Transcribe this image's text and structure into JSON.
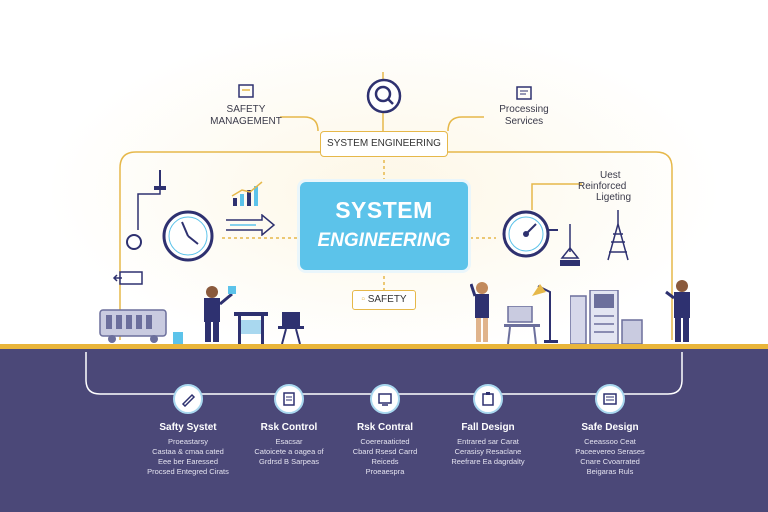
{
  "main": {
    "title_line1": "SYSTEM",
    "title_line2": "ENGINEERING"
  },
  "top_label": "SYSTEM ENGINEERING",
  "safety_label": "SAFETY",
  "left_node": {
    "line1": "SAFETY",
    "line2": "MANAGEMENT"
  },
  "right_node": {
    "line1": "Processing",
    "line2": "Services"
  },
  "right_side": {
    "line1": "Uest",
    "line2": "Reinforced",
    "line3": "Ligeting"
  },
  "categories": [
    {
      "title": "Safty Systet",
      "desc": [
        "Proeastarsy",
        "Castaa & cmaa cated",
        "Eee ber Earessed",
        "Procsed Entegred Cirats"
      ]
    },
    {
      "title": "Rsk Control",
      "desc": [
        "Esacsar",
        "Catoicete a oagea of",
        "Grdrsd B Sarpeas"
      ]
    },
    {
      "title": "Rsk Contral",
      "desc": [
        "Coereraaticted",
        "Cbard Rsesd Carrd",
        "Reiceds",
        "Proeaespra"
      ]
    },
    {
      "title": "Fall Design",
      "desc": [
        "Entrared sar Carat",
        "Cerasisy Resaclane",
        "Reefrare Ea dagrdalty"
      ]
    },
    {
      "title": "Safe Design",
      "desc": [
        "Ceeassoo Ceat",
        "Paceevereo Serases",
        "Cnare Cvoarrated",
        "Beigaras Ruls"
      ]
    }
  ],
  "colors": {
    "accent": "#5cc3ea",
    "band": "#4b4878",
    "gold": "#e9b53a",
    "navy": "#2e3170"
  }
}
